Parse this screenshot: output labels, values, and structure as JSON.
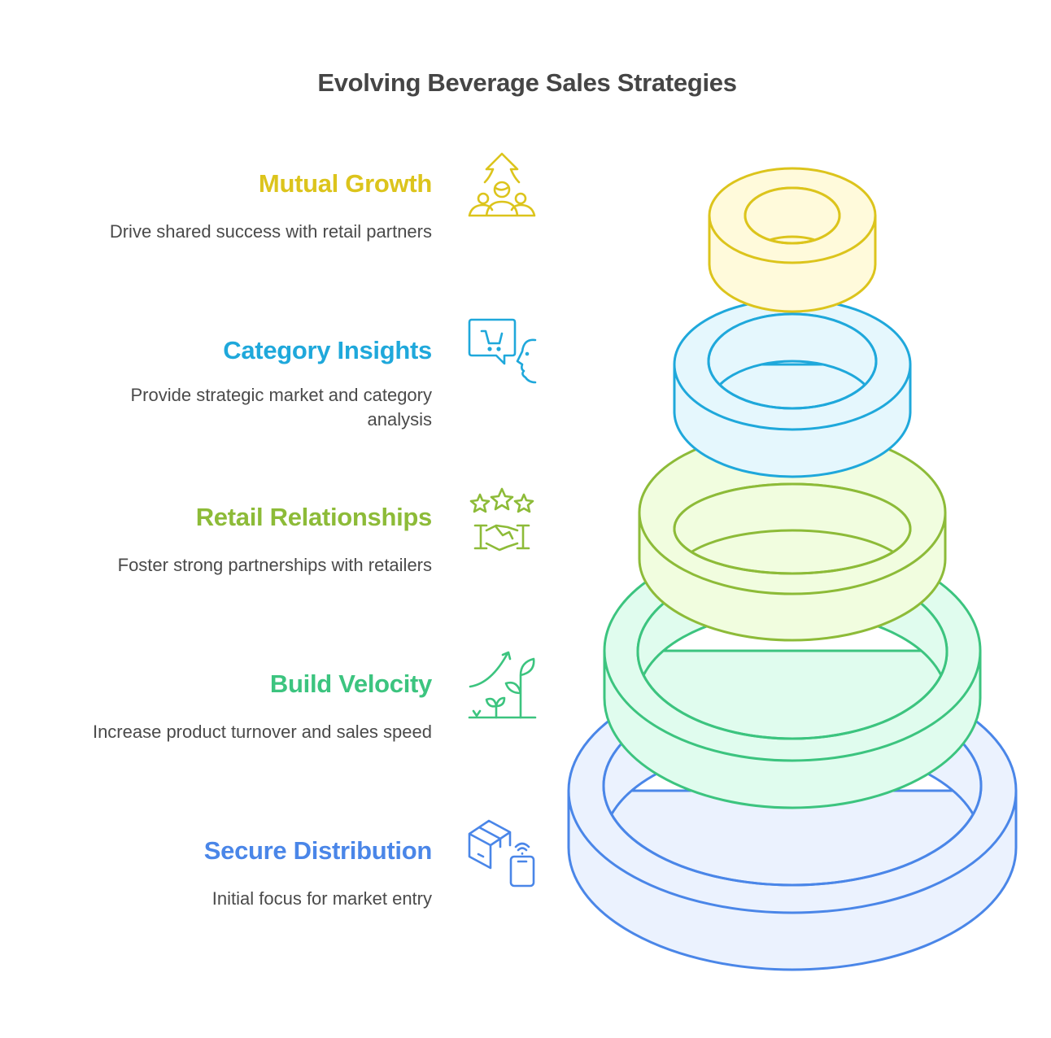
{
  "title": "Evolving Beverage Sales Strategies",
  "steps": [
    {
      "title": "Mutual Growth",
      "description": "Drive shared success with retail partners",
      "icon": "growth-people-icon",
      "color": "#dcc41c",
      "fill": "#fffadb"
    },
    {
      "title": "Category Insights",
      "description": "Provide strategic market and category analysis",
      "icon": "shopping-insight-icon",
      "color": "#1fa8db",
      "fill": "#e5f7fd"
    },
    {
      "title": "Retail Relationships",
      "description": "Foster strong partnerships with retailers",
      "icon": "stars-handshake-icon",
      "color": "#8dbb38",
      "fill": "#f1fddf"
    },
    {
      "title": "Build Velocity",
      "description": "Increase product turnover and sales speed",
      "icon": "growth-plant-icon",
      "color": "#3cc47f",
      "fill": "#e0fcee"
    },
    {
      "title": "Secure Distribution",
      "description": "Initial focus for market entry",
      "icon": "package-mobile-icon",
      "color": "#4a86e8",
      "fill": "#ebf2fe"
    }
  ]
}
